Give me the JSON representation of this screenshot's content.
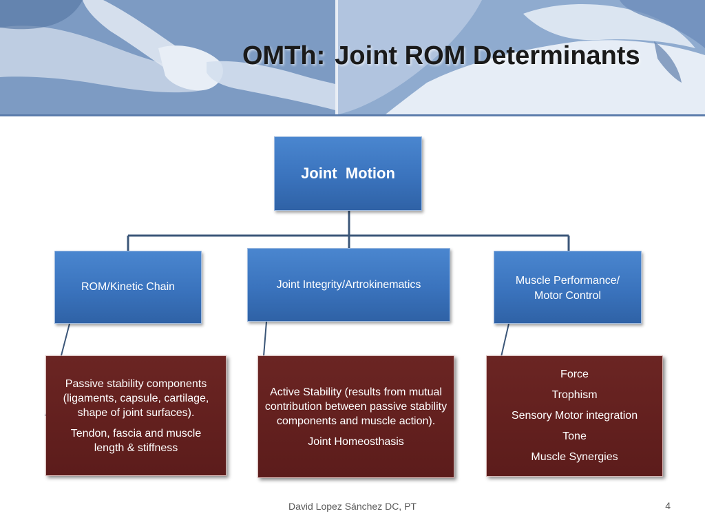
{
  "title": {
    "prefix": "OMTh:",
    "main": "Joint ROM Determinants"
  },
  "diagram": {
    "root": "Joint  Motion",
    "categories": [
      "ROM/Kinetic Chain",
      "Joint Integrity/Artrokinematics",
      "Muscle Performance/\nMotor Control"
    ],
    "details": {
      "left": [
        "Passive stability components (ligaments, capsule, cartilage, shape of joint surfaces).",
        "Tendon, fascia and muscle length & stiffness"
      ],
      "center": [
        "Active Stability (results  from mutual contribution between passive stability components and muscle action).",
        "Joint Homeosthasis"
      ],
      "right": [
        "Force",
        "Trophism",
        "Sensory Motor integration",
        "Tone",
        "Muscle Synergies"
      ]
    }
  },
  "footer": {
    "author": "David Lopez Sánchez DC, PT",
    "page": "4"
  },
  "colors": {
    "blue_box": "#3a73bd",
    "dark_box": "#5c1c1b",
    "connector": "#3b5678"
  },
  "images": {
    "banner_left": "hands-holding-wrist-photo",
    "banner_right": "shoulder-massage-photo"
  }
}
